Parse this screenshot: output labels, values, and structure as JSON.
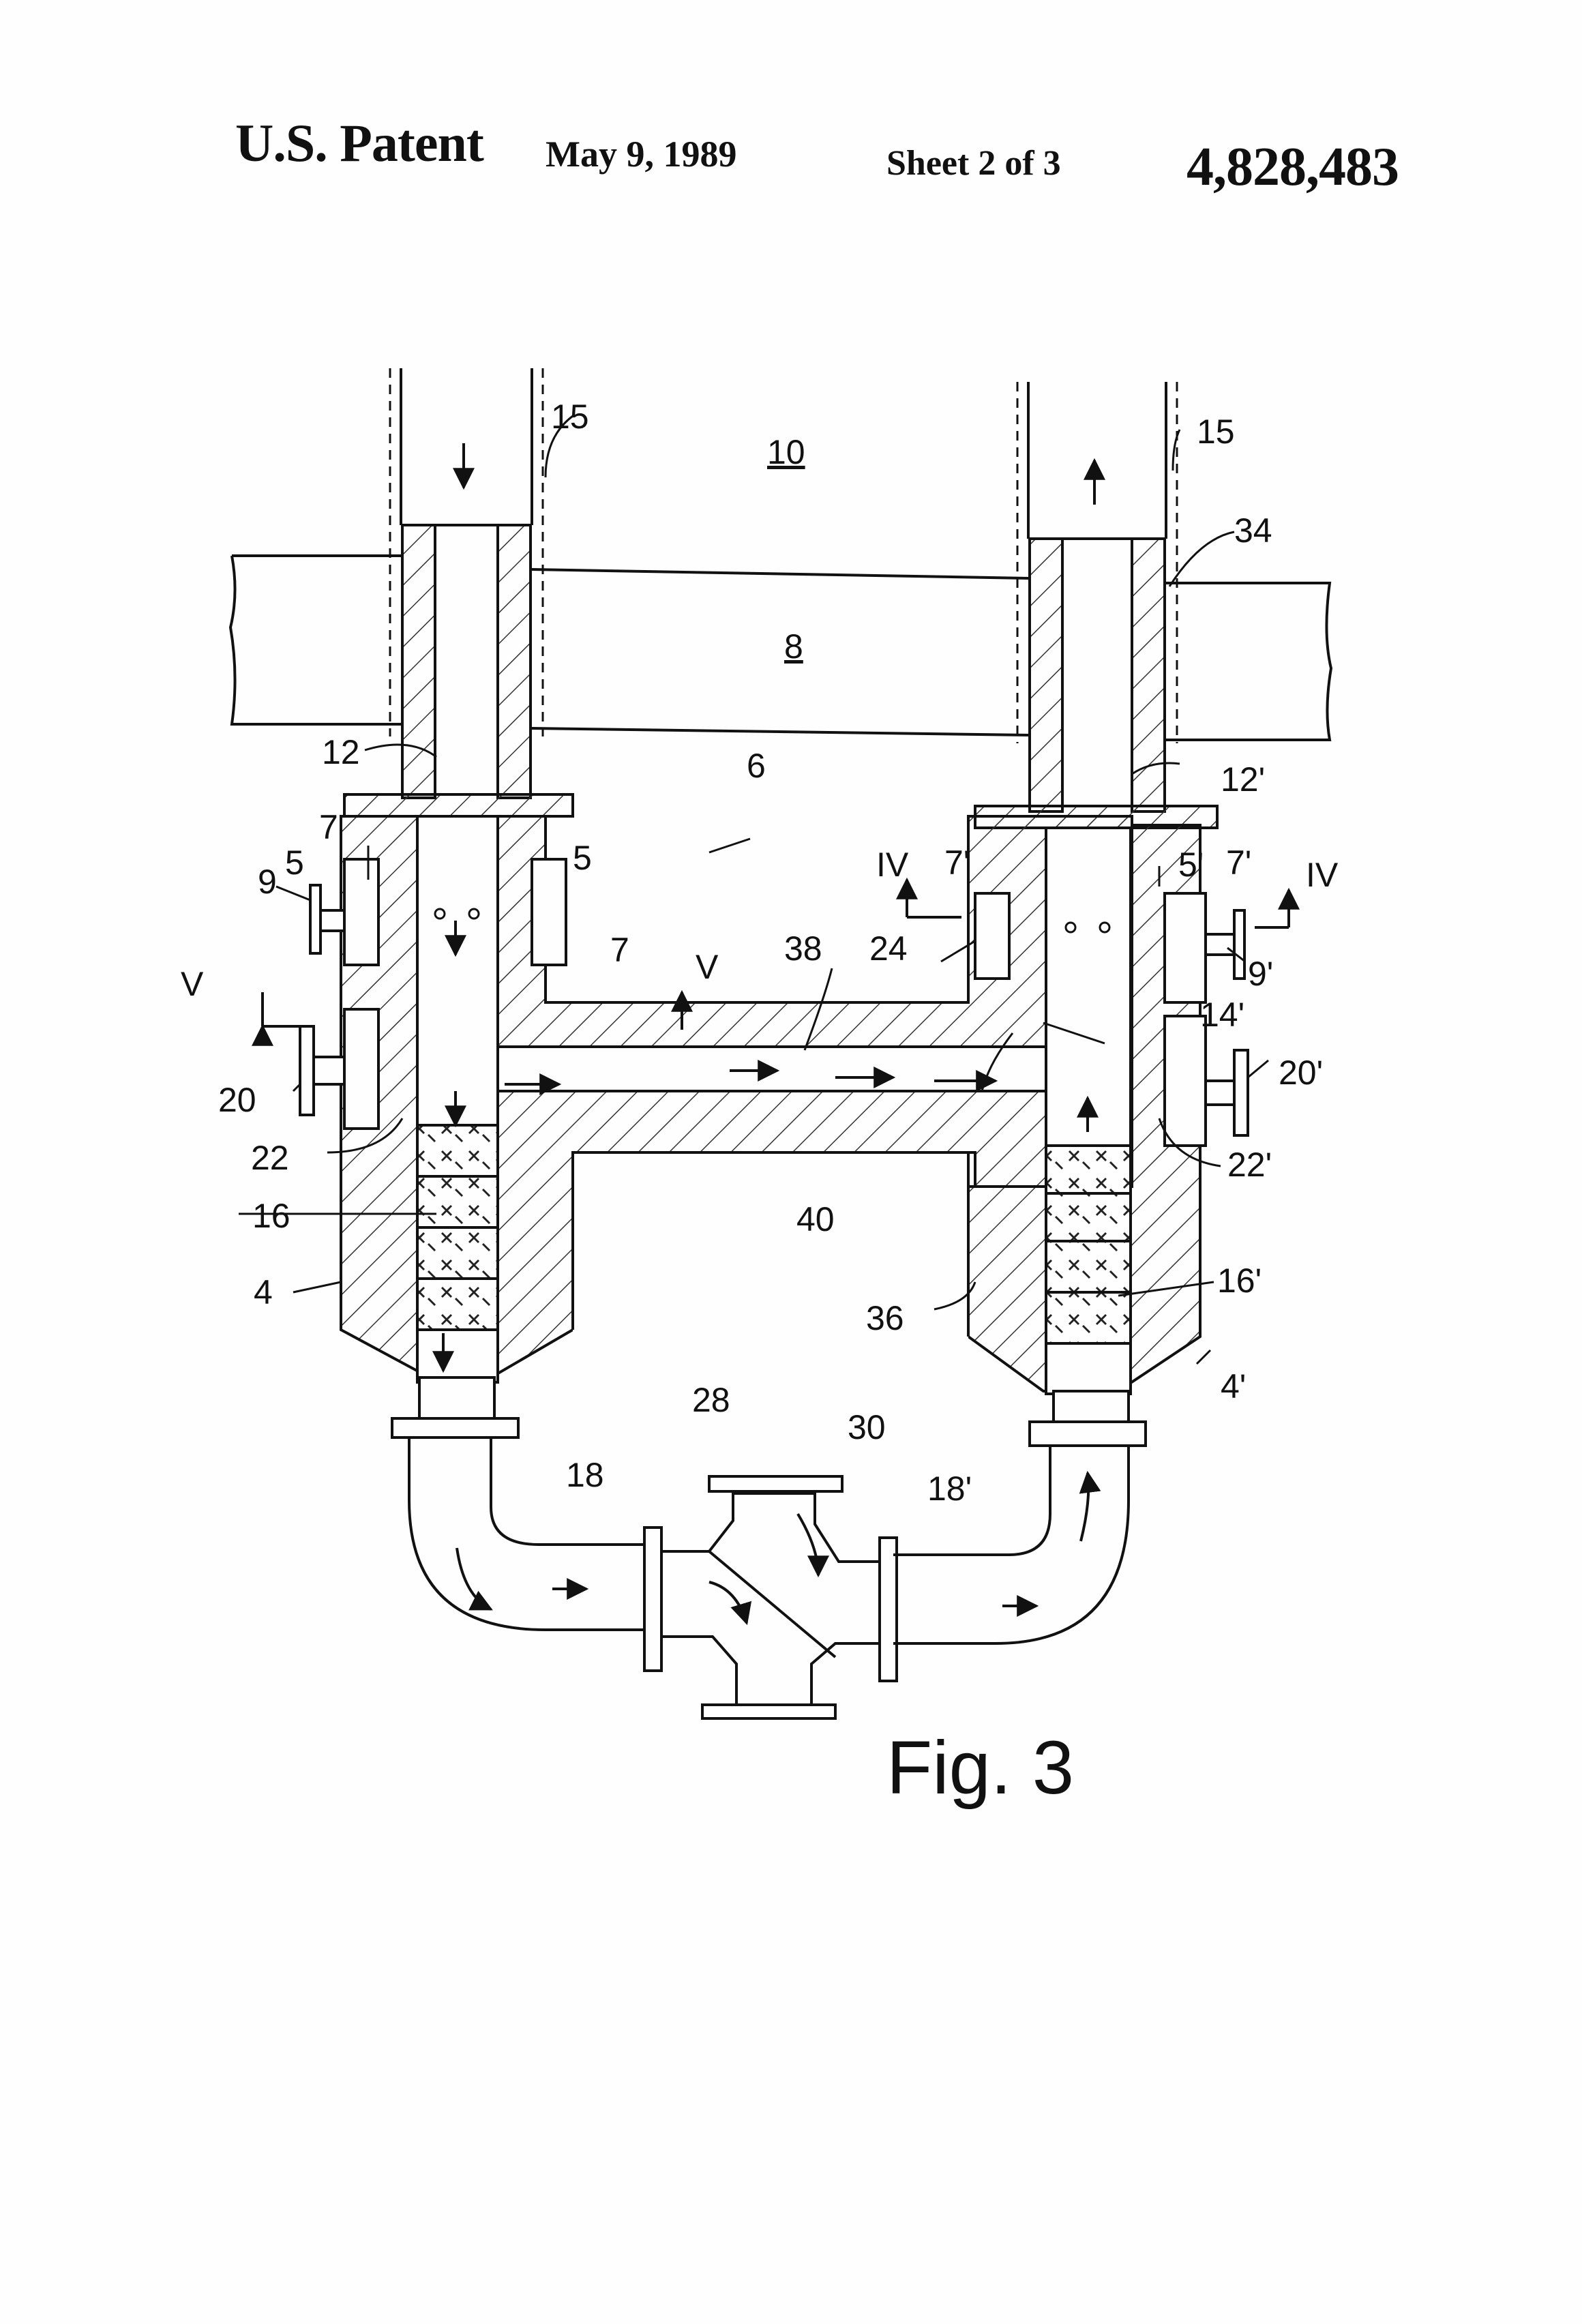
{
  "header": {
    "patent_label": "U.S. Patent",
    "date": "May 9, 1989",
    "sheet": "Sheet 2 of 3",
    "patent_number": "4,828,483"
  },
  "figure": {
    "caption": "Fig. 3",
    "labels": {
      "l15a": "15",
      "l15b": "15",
      "l10": "10",
      "l34": "34",
      "l8": "8",
      "l6": "6",
      "l12": "12",
      "l12p": "12'",
      "l7a": "7",
      "l5a": "5",
      "l5b": "5",
      "l7b": "7",
      "l9": "9",
      "lIVa": "IV",
      "l7p": "7'",
      "l5p": "5'",
      "l7pb": "7'",
      "lIVb": "IV",
      "lVa": "V",
      "lVb": "V",
      "l38": "38",
      "l24": "24",
      "l9p": "9'",
      "l14p": "14'",
      "l20": "20",
      "l20p": "20'",
      "l22": "22",
      "l22p": "22'",
      "l40": "40",
      "l16": "16",
      "l16p": "16'",
      "l4": "4",
      "l36": "36",
      "l4p": "4'",
      "l28": "28",
      "l30": "30",
      "l18": "18",
      "l18p": "18'"
    }
  }
}
